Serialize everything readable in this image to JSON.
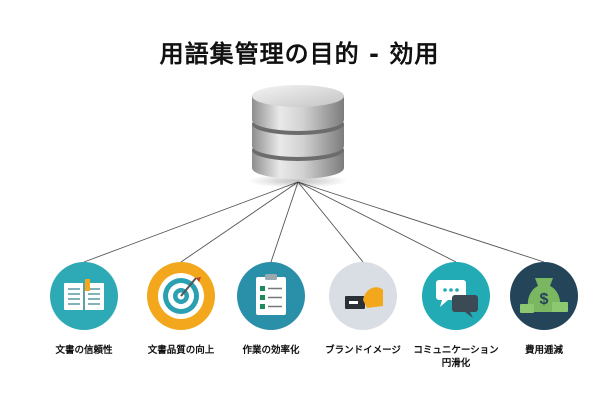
{
  "title": "用語集管理の目的 - 効用",
  "center": {
    "icon": "database-icon"
  },
  "benefits": [
    {
      "label": "文書の信頼性",
      "icon": "open-book-icon",
      "color": "#2eaab6"
    },
    {
      "label": "文書品質の向上",
      "icon": "target-icon",
      "color": "#f2a71c"
    },
    {
      "label": "作業の効率化",
      "icon": "checklist-icon",
      "color": "#2a8fa8"
    },
    {
      "label": "ブランドイメージ",
      "icon": "handshake-card-icon",
      "color": "#d9dee4"
    },
    {
      "label": "コミュニケーション\n円滑化",
      "icon": "chat-bubbles-icon",
      "color": "#22aab5"
    },
    {
      "label": "費用逓減",
      "icon": "money-bag-icon",
      "color": "#24445a"
    }
  ]
}
